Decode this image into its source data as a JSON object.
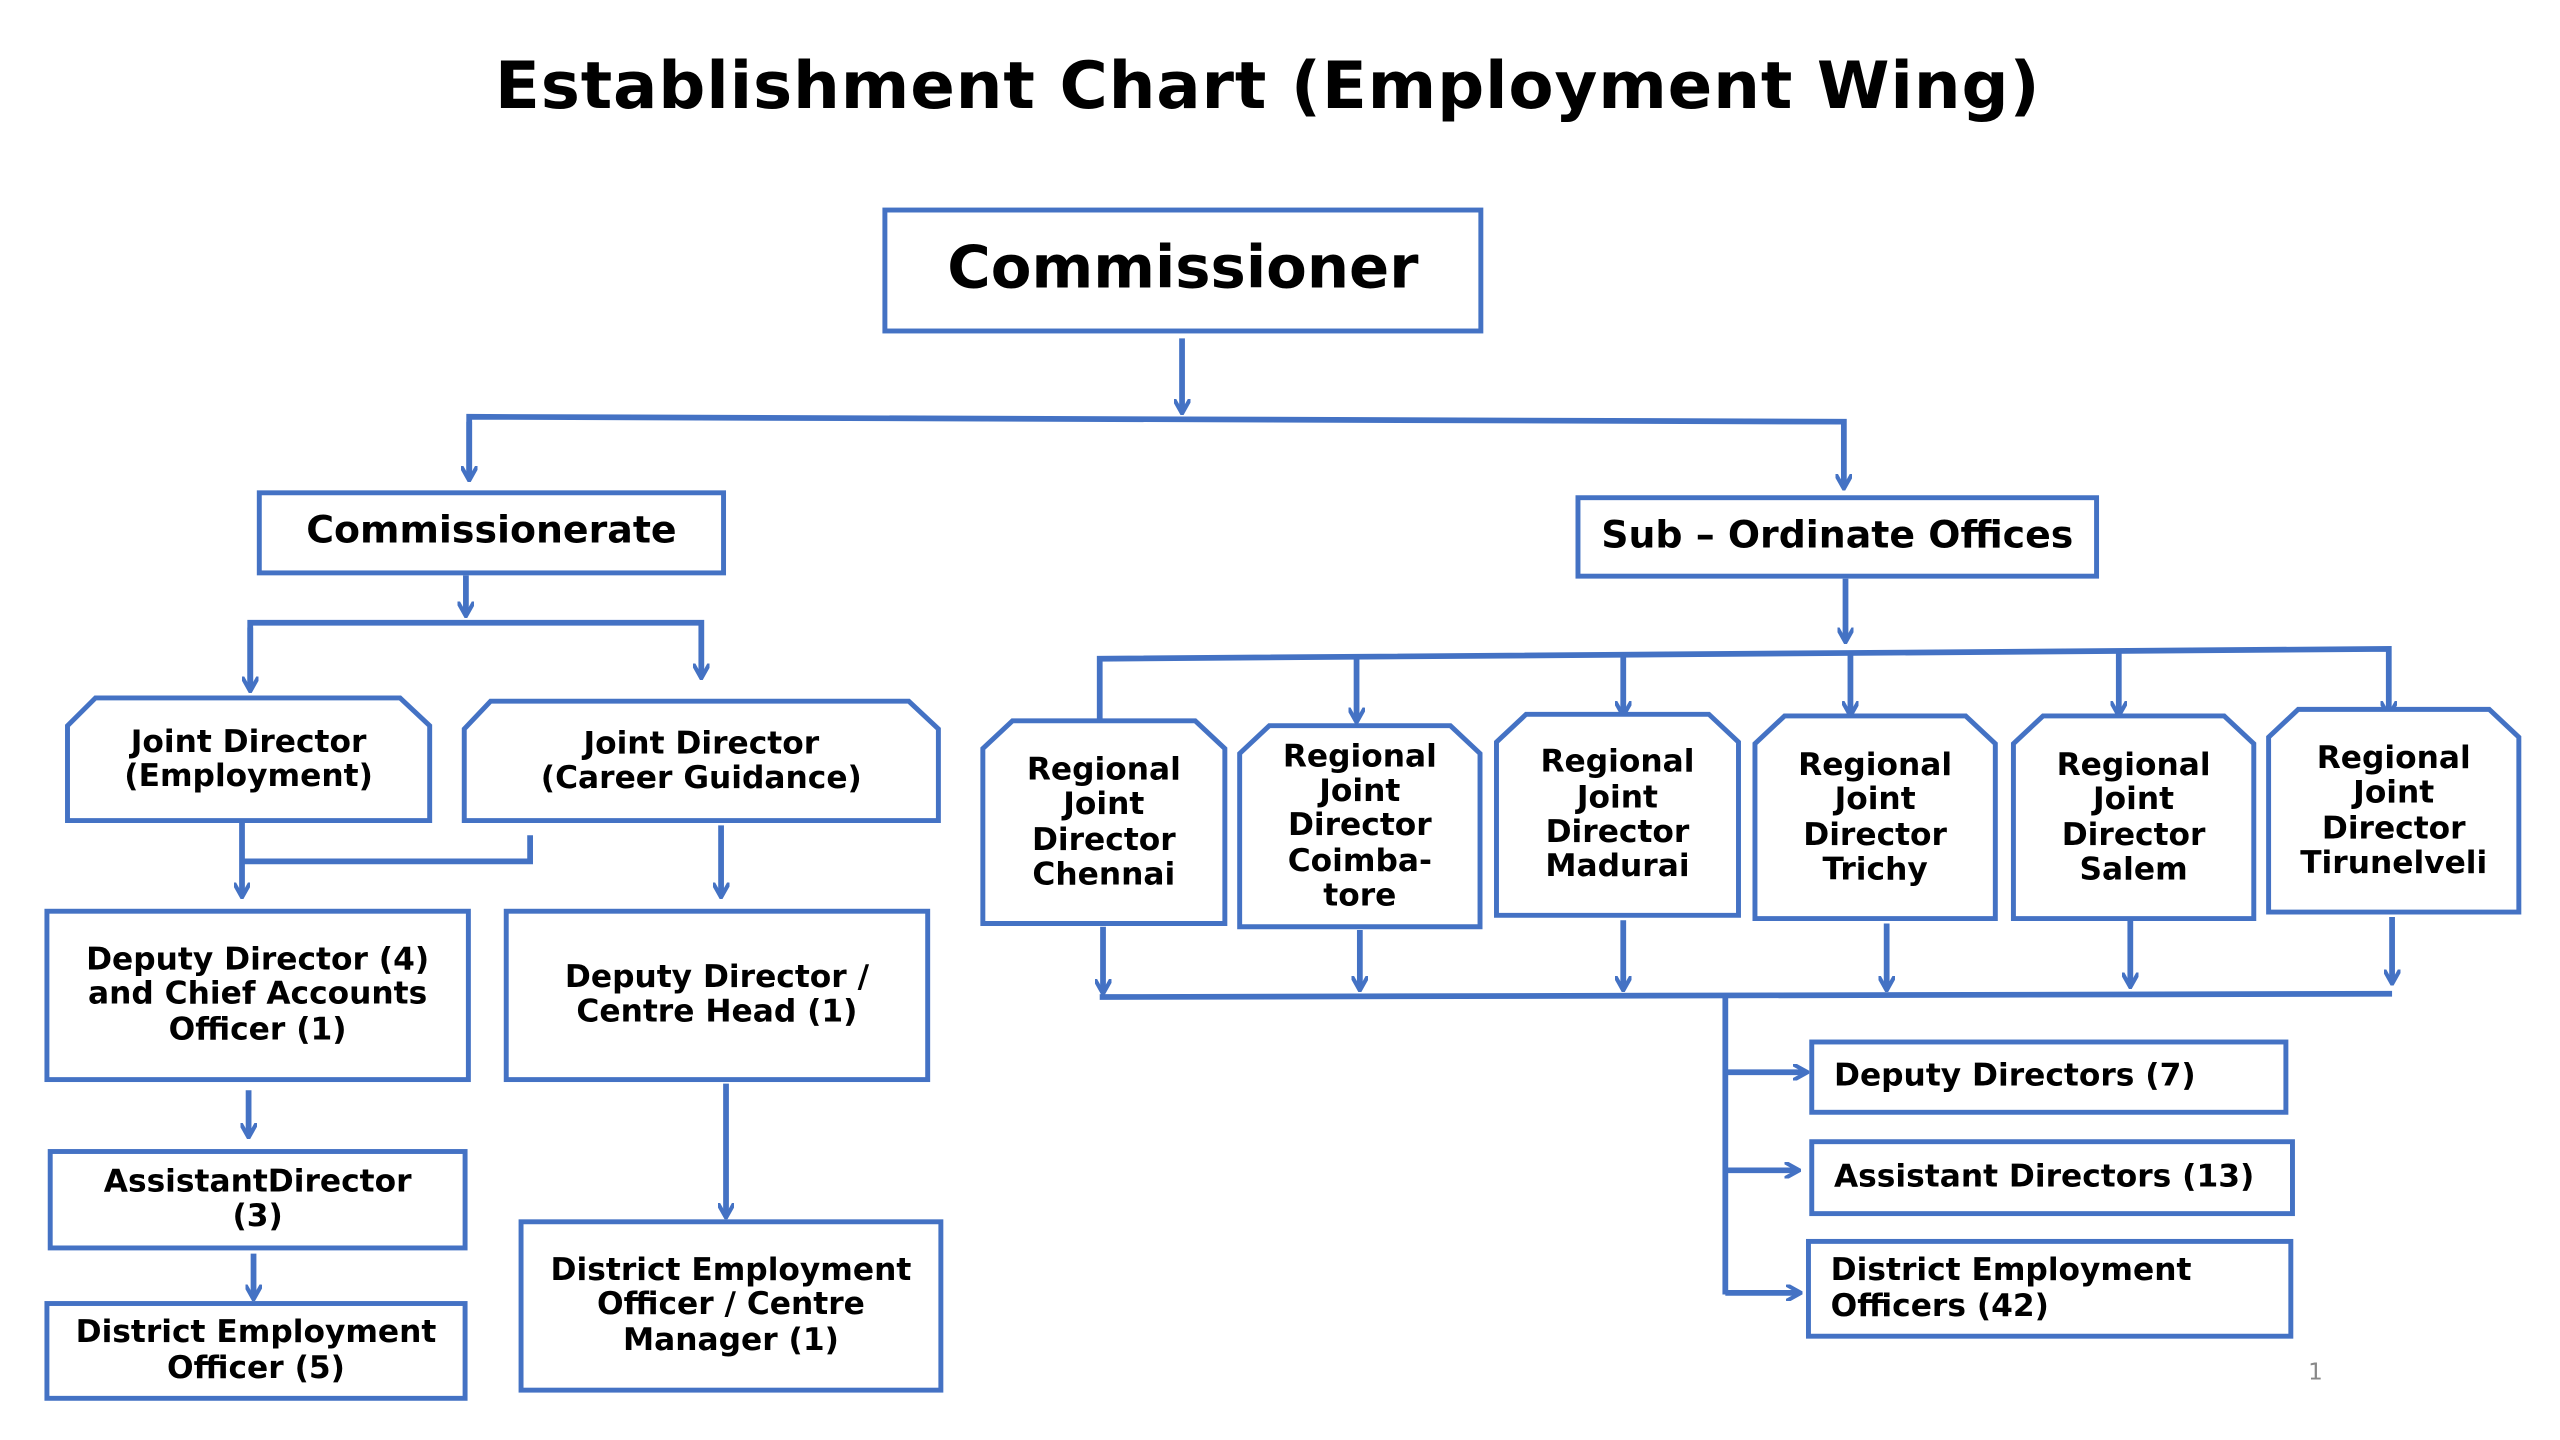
{
  "title": "Establishment Chart (Employment Wing)",
  "nodes": {
    "commissioner": "Commissioner",
    "commissionerate": "Commissionerate",
    "subordinate": "Sub – Ordinate Offices",
    "jd_employment": "Joint Director\n(Employment)",
    "jd_career": "Joint Director\n(Career Guidance)",
    "dd_accounts": "Deputy Director (4)\nand Chief Accounts\nOfficer (1)",
    "dd_centre": "Deputy Director /\nCentre Head (1)",
    "ad_3": "AssistantDirector\n(3)",
    "deo_5": "District Employment\nOfficer (5)",
    "deo_centre": "District Employment\nOfficer / Centre\nManager (1)",
    "rjd_chennai": "Regional\nJoint\nDirector\nChennai",
    "rjd_coimbatore": "Regional\nJoint\nDirector\nCoimba-\ntore",
    "rjd_madurai": "Regional\nJoint\nDirector\nMadurai",
    "rjd_trichy": "Regional\nJoint\nDirector\nTrichy",
    "rjd_salem": "Regional\nJoint\nDirector\nSalem",
    "rjd_tirunelveli": "Regional\nJoint\nDirector\nTirunelveli",
    "sub_dd": "Deputy Directors (7)",
    "sub_ad": "Assistant Directors (13)",
    "sub_deo": "District Employment\nOfficers (42)"
  },
  "page_number": "1",
  "colors": {
    "line": "#4472C4",
    "border": "#4472C4"
  }
}
